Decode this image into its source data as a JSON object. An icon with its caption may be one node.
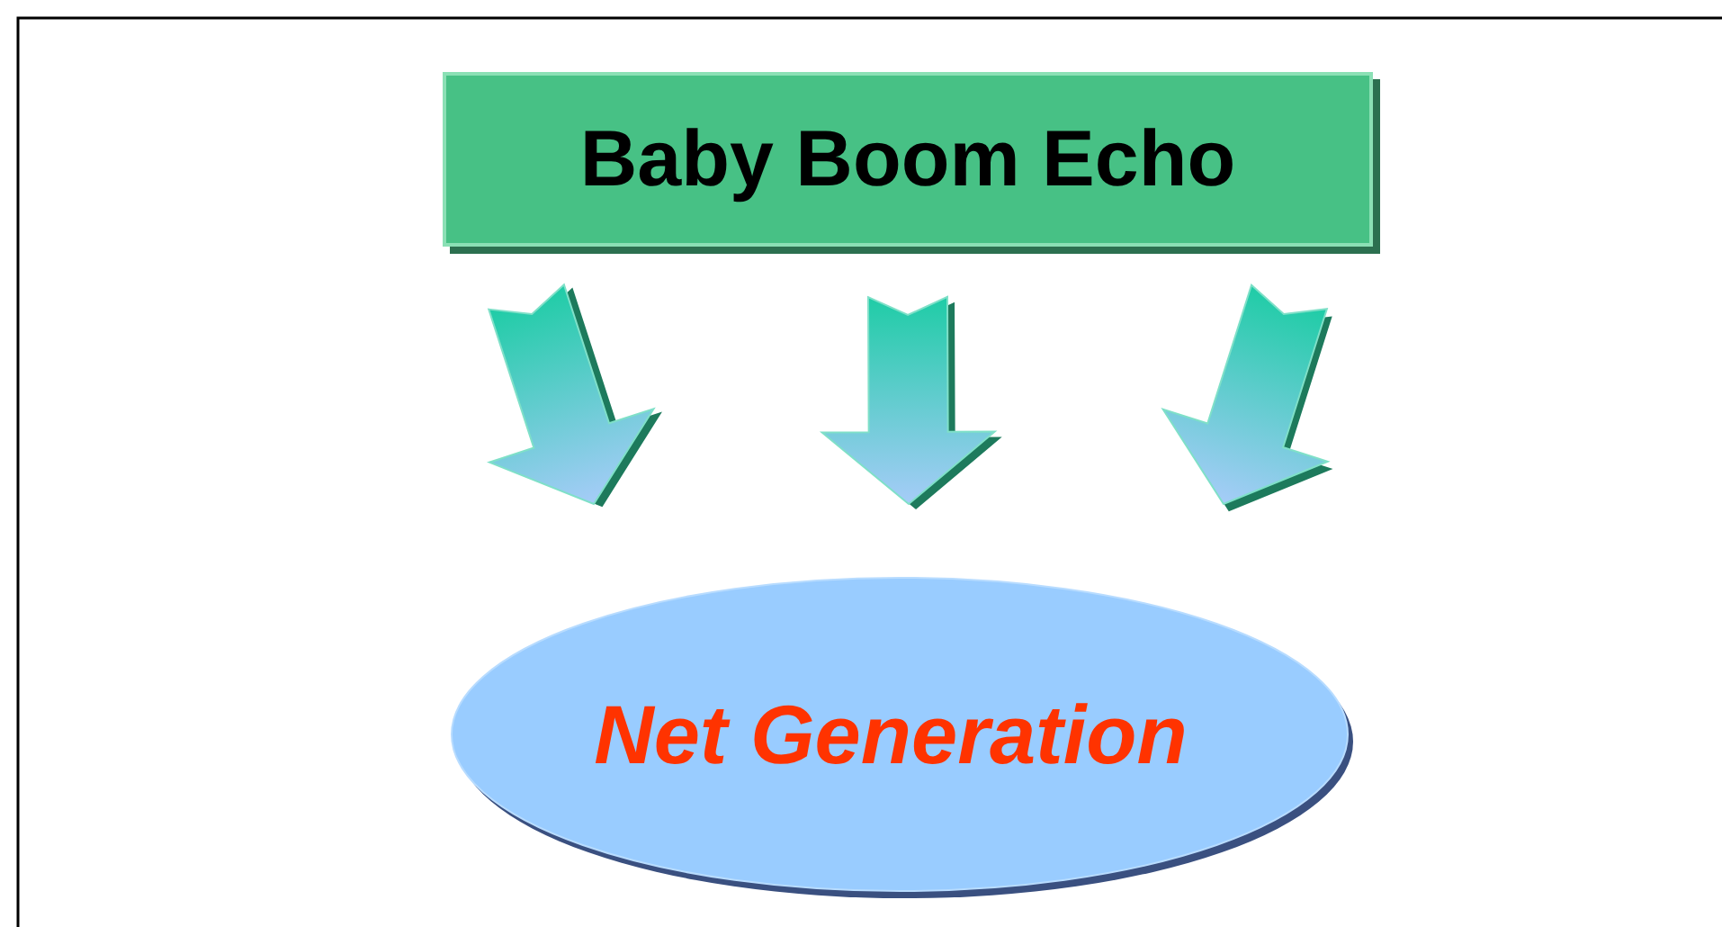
{
  "diagram": {
    "nodes": [
      {
        "text": [
          "Baby Boom Echo"
        ]
      },
      {
        "text": [
          "Net Generation"
        ]
      }
    ],
    "edges": [
      {
        "from": 0,
        "to": 1,
        "arrow": "to"
      },
      {
        "from": 0,
        "to": 1,
        "arrow": "to"
      },
      {
        "from": 0,
        "to": 1,
        "arrow": "to"
      }
    ]
  }
}
